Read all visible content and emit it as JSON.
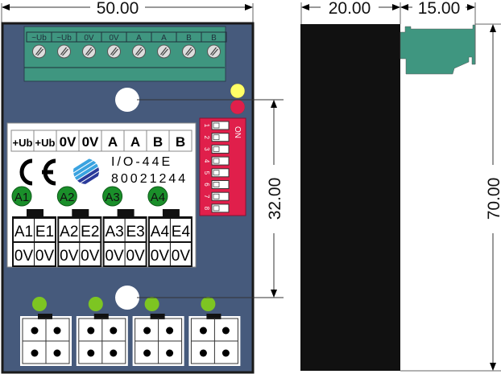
{
  "dimensions": {
    "width_front": "50.00",
    "hole_spacing": "32.00",
    "depth_body": "20.00",
    "depth_clip": "15.00",
    "height": "70.00"
  },
  "terminal_block": {
    "labels": [
      "~Ub",
      "~Ub",
      "0V",
      "0V",
      "A",
      "A",
      "B",
      "B"
    ]
  },
  "label_plate": {
    "terminals": [
      "+Ub",
      "+Ub",
      "0V",
      "0V",
      "A",
      "A",
      "B",
      "B"
    ],
    "ce_mark": "CE",
    "model": "I/O-44E",
    "part_number": "80021244",
    "channel_leds": [
      "A1",
      "A2",
      "A3",
      "A4"
    ],
    "connectors": [
      {
        "top": [
          "A1",
          "E1"
        ],
        "bottom": [
          "0V",
          "0V"
        ]
      },
      {
        "top": [
          "A2",
          "E2"
        ],
        "bottom": [
          "0V",
          "0V"
        ]
      },
      {
        "top": [
          "A3",
          "E3"
        ],
        "bottom": [
          "0V",
          "0V"
        ]
      },
      {
        "top": [
          "A4",
          "E4"
        ],
        "bottom": [
          "0V",
          "0V"
        ]
      }
    ]
  },
  "dip_switch": {
    "on_label": "ON",
    "positions": [
      "1",
      "2",
      "3",
      "4",
      "5",
      "6",
      "7",
      "8"
    ]
  },
  "colors": {
    "housing": "#465a7c",
    "terminal": "#3f9680",
    "dip": "#e01f4b",
    "led_green": "#1a8f2a",
    "led_lime": "#7dc522",
    "led_yellow": "#ffff66",
    "led_red": "#e01f4b"
  }
}
